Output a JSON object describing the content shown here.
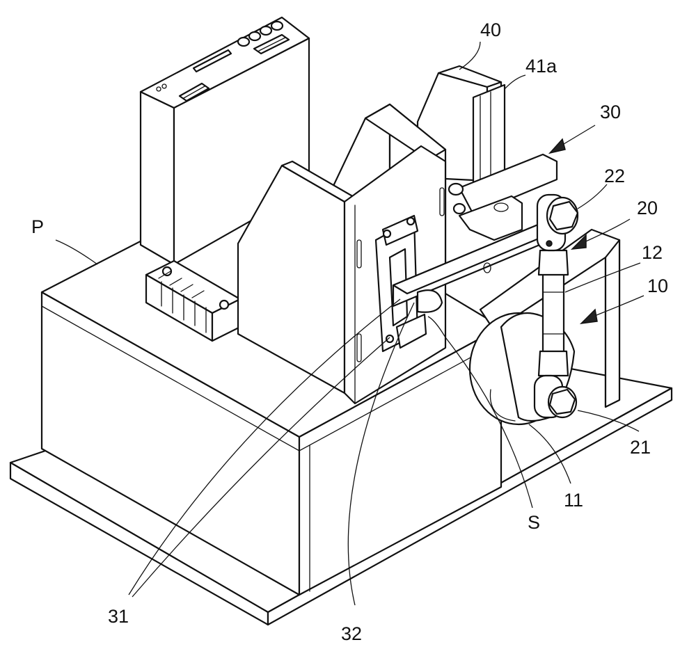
{
  "figure": {
    "labels": {
      "p": "P",
      "l40": "40",
      "l41a": "41a",
      "l30": "30",
      "l22": "22",
      "l20": "20",
      "l12": "12",
      "l10": "10",
      "l21": "21",
      "l11": "11",
      "ls": "S",
      "l31": "31",
      "l32": "32"
    }
  },
  "colors": {
    "line": "#111111",
    "background": "#ffffff"
  }
}
